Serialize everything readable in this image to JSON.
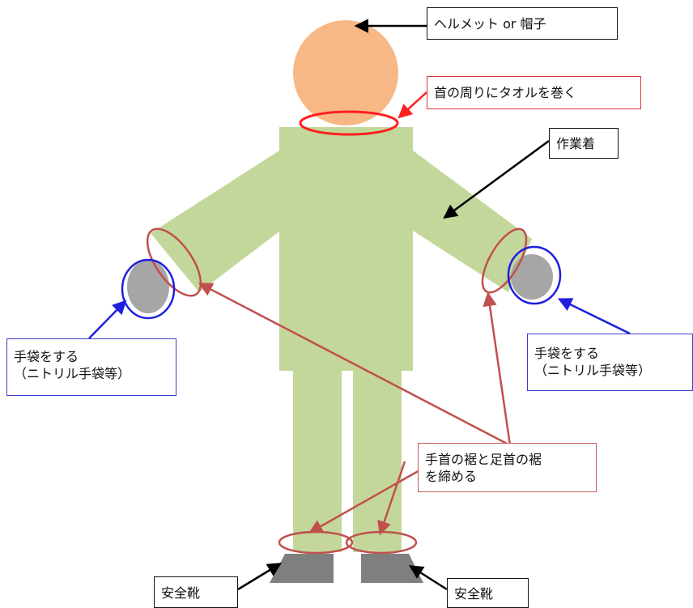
{
  "labels": {
    "helmet": "ヘルメット or 帽子",
    "towel": "首の周りにタオルを巻く",
    "workwear": "作業着",
    "gloves_left_line1": "手袋をする",
    "gloves_left_line2": "（ニトリル手袋等）",
    "gloves_right_line1": "手袋をする",
    "gloves_right_line2": "（ニトリル手袋等）",
    "cuffs_line1": "手首の裾と足首の裾",
    "cuffs_line2": "を締める",
    "boot_left": "安全靴",
    "boot_right": "安全靴"
  },
  "colors": {
    "head": "#f8b885",
    "clothing": "#c4d79b",
    "glove": "#a6a6a6",
    "boot": "#7f7f7f",
    "towel_ring": "#ff1f1f",
    "cuff_ring": "#c0504d",
    "glove_ring": "#1f1fe0",
    "arrow": "#000000",
    "red_arrow": "#ff1f1f",
    "blue_arrow": "#1f1fe0",
    "cuff_arrow": "#c0504d"
  }
}
